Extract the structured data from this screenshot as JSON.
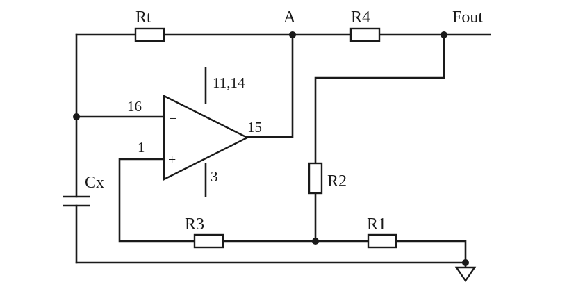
{
  "diagram": {
    "components": {
      "rt": "Rt",
      "r4": "R4",
      "r3": "R3",
      "r2": "R2",
      "r1": "R1",
      "cx": "Cx"
    },
    "nodes": {
      "a": "A",
      "fout": "Fout"
    },
    "opamp": {
      "minus": "−",
      "plus": "+",
      "pin_inverting": "16",
      "pin_noninverting": "1",
      "pin_output": "15",
      "pin_supply_top": "11,14",
      "pin_supply_bottom": "3"
    }
  }
}
